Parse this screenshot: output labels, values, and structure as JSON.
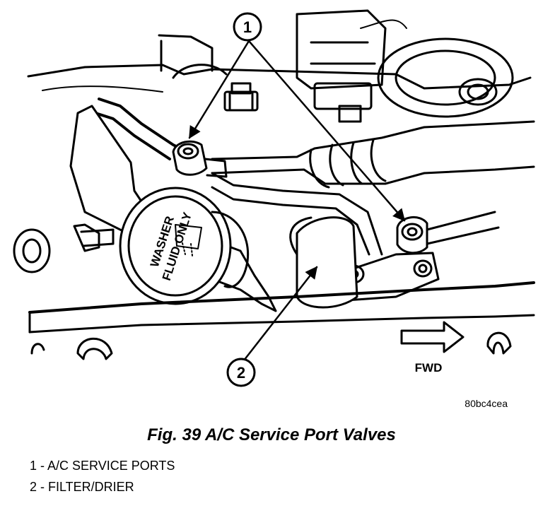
{
  "figure": {
    "callouts": [
      {
        "number": "1"
      },
      {
        "number": "2"
      }
    ],
    "cap_text_line1": "WASHER",
    "cap_text_line2": "FLUID ONLY",
    "direction_label": "FWD",
    "image_code": "80bc4cea"
  },
  "caption": "Fig. 39 A/C Service Port Valves",
  "legend": [
    {
      "text": "1 - A/C SERVICE PORTS"
    },
    {
      "text": "2 - FILTER/DRIER"
    }
  ]
}
